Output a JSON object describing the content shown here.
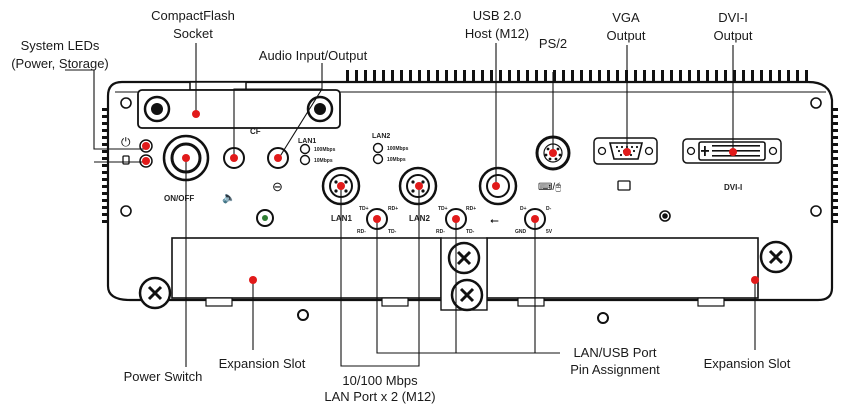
{
  "callouts": {
    "cf_socket": [
      "CompactFlash",
      "Socket"
    ],
    "system_leds": [
      "System LEDs",
      "(Power, Storage)"
    ],
    "audio": "Audio Input/Output",
    "usb": [
      "USB 2.0",
      "Host (M12)"
    ],
    "ps2": "PS/2",
    "vga": [
      "VGA",
      "Output"
    ],
    "dvi": [
      "DVI-I",
      "Output"
    ],
    "power_switch": "Power Switch",
    "expansion_left": "Expansion Slot",
    "lan_ports": [
      "10/100 Mbps",
      "LAN Port x 2 (M12)"
    ],
    "lan_usb_pins": [
      "LAN/USB Port",
      "Pin Assignment"
    ],
    "expansion_right": "Expansion Slot"
  },
  "panel_labels": {
    "cf": "CF",
    "onoff": "ON/OFF",
    "lan1": "LAN1",
    "lan2": "LAN2",
    "lan1_led": "LAN1",
    "lan2_led": "LAN2",
    "speed_100": "100Mbps",
    "speed_10": "10Mbps",
    "dvi": "DVI-I",
    "pins": {
      "td_plus": "TD+",
      "rd_plus": "RD+",
      "rd_minus": "RD-",
      "td_minus": "TD-",
      "d_plus": "D+",
      "d_minus": "D-",
      "gnd": "GND",
      "v5": "5V"
    }
  },
  "colors": {
    "marker": "#e11a1a",
    "line": "#1a1a1a",
    "panel": "#ffffff"
  }
}
